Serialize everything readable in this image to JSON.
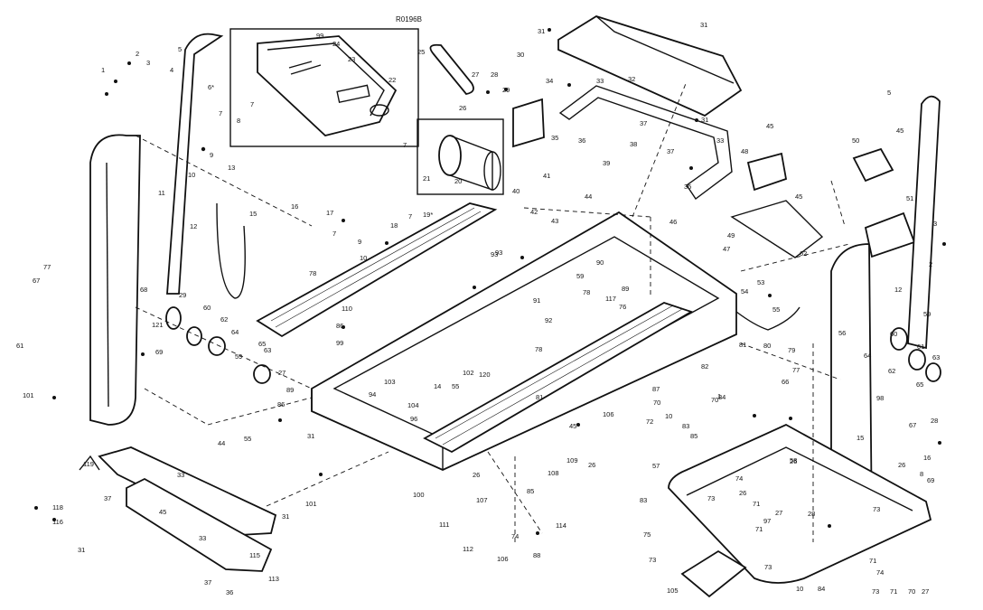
{
  "diagram_code": "R0196B",
  "callouts": [
    {
      "id": "c-1a",
      "text": "1"
    },
    {
      "id": "c-2a",
      "text": "2"
    },
    {
      "id": "c-3a",
      "text": "3"
    },
    {
      "id": "c-4",
      "text": "4"
    },
    {
      "id": "c-5a",
      "text": "5"
    },
    {
      "id": "c-6",
      "text": "6*"
    },
    {
      "id": "c-7a",
      "text": "7"
    },
    {
      "id": "c-7b",
      "text": "7"
    },
    {
      "id": "c-8",
      "text": "8"
    },
    {
      "id": "c-9a",
      "text": "9"
    },
    {
      "id": "c-10a",
      "text": "10"
    },
    {
      "id": "c-11",
      "text": "11"
    },
    {
      "id": "c-12a",
      "text": "12"
    },
    {
      "id": "c-13",
      "text": "13"
    },
    {
      "id": "c-15a",
      "text": "15"
    },
    {
      "id": "c-16a",
      "text": "16"
    },
    {
      "id": "c-17",
      "text": "17"
    },
    {
      "id": "c-18",
      "text": "18"
    },
    {
      "id": "c-19",
      "text": "19*"
    },
    {
      "id": "c-7c",
      "text": "7"
    },
    {
      "id": "c-7d",
      "text": "7"
    },
    {
      "id": "c-7e",
      "text": "7"
    },
    {
      "id": "c-9b",
      "text": "9"
    },
    {
      "id": "c-10b",
      "text": "10"
    },
    {
      "id": "c-99a",
      "text": "99"
    },
    {
      "id": "c-24",
      "text": "24"
    },
    {
      "id": "c-23",
      "text": "23"
    },
    {
      "id": "c-22",
      "text": "22"
    },
    {
      "id": "c-25",
      "text": "25"
    },
    {
      "id": "c-27a",
      "text": "27"
    },
    {
      "id": "c-28",
      "text": "28"
    },
    {
      "id": "c-30",
      "text": "30"
    },
    {
      "id": "c-29",
      "text": "29"
    },
    {
      "id": "c-26a",
      "text": "26"
    },
    {
      "id": "c-34",
      "text": "34"
    },
    {
      "id": "c-35a",
      "text": "35"
    },
    {
      "id": "c-21",
      "text": "21"
    },
    {
      "id": "c-20",
      "text": "20"
    },
    {
      "id": "c-40",
      "text": "40"
    },
    {
      "id": "c-31a",
      "text": "31"
    },
    {
      "id": "c-31b",
      "text": "31"
    },
    {
      "id": "c-32",
      "text": "32"
    },
    {
      "id": "c-33a",
      "text": "33"
    },
    {
      "id": "c-36a",
      "text": "36"
    },
    {
      "id": "c-37a",
      "text": "37"
    },
    {
      "id": "c-38",
      "text": "38"
    },
    {
      "id": "c-31c",
      "text": "31"
    },
    {
      "id": "c-33b",
      "text": "33"
    },
    {
      "id": "c-37b",
      "text": "37"
    },
    {
      "id": "c-39",
      "text": "39"
    },
    {
      "id": "c-35b",
      "text": "35"
    },
    {
      "id": "c-5b",
      "text": "5"
    },
    {
      "id": "c-45a",
      "text": "45"
    },
    {
      "id": "c-48",
      "text": "48"
    },
    {
      "id": "c-50",
      "text": "50"
    },
    {
      "id": "c-45b",
      "text": "45"
    },
    {
      "id": "c-41",
      "text": "41"
    },
    {
      "id": "c-44a",
      "text": "44"
    },
    {
      "id": "c-42",
      "text": "42"
    },
    {
      "id": "c-43",
      "text": "43"
    },
    {
      "id": "c-46",
      "text": "46"
    },
    {
      "id": "c-45c",
      "text": "45"
    },
    {
      "id": "c-49",
      "text": "49"
    },
    {
      "id": "c-62a",
      "text": "62"
    },
    {
      "id": "c-51",
      "text": "51"
    },
    {
      "id": "c-3b",
      "text": "3"
    },
    {
      "id": "c-2b",
      "text": "2"
    },
    {
      "id": "c-47",
      "text": "47"
    },
    {
      "id": "c-53",
      "text": "53"
    },
    {
      "id": "c-54",
      "text": "54"
    },
    {
      "id": "c-55a",
      "text": "55"
    },
    {
      "id": "c-93a",
      "text": "93"
    },
    {
      "id": "c-59a",
      "text": "59"
    },
    {
      "id": "c-90",
      "text": "90"
    },
    {
      "id": "c-78a",
      "text": "78"
    },
    {
      "id": "c-117",
      "text": "117"
    },
    {
      "id": "c-89a",
      "text": "89"
    },
    {
      "id": "c-76",
      "text": "76"
    },
    {
      "id": "c-91",
      "text": "91"
    },
    {
      "id": "c-80a",
      "text": "80"
    },
    {
      "id": "c-79",
      "text": "79"
    },
    {
      "id": "c-81a",
      "text": "81"
    },
    {
      "id": "c-92",
      "text": "92"
    },
    {
      "id": "c-82",
      "text": "82"
    },
    {
      "id": "c-78b",
      "text": "78"
    },
    {
      "id": "c-78c",
      "text": "78"
    },
    {
      "id": "c-93b",
      "text": "93"
    },
    {
      "id": "c-110",
      "text": "110"
    },
    {
      "id": "c-86a",
      "text": "86"
    },
    {
      "id": "c-99b",
      "text": "99"
    },
    {
      "id": "c-77a",
      "text": "77"
    },
    {
      "id": "c-67a",
      "text": "67"
    },
    {
      "id": "c-68",
      "text": "68"
    },
    {
      "id": "c-29b",
      "text": "29"
    },
    {
      "id": "c-121",
      "text": "121"
    },
    {
      "id": "c-69a",
      "text": "69"
    },
    {
      "id": "c-61a",
      "text": "61"
    },
    {
      "id": "c-60a",
      "text": "60"
    },
    {
      "id": "c-62b",
      "text": "62"
    },
    {
      "id": "c-63a",
      "text": "63"
    },
    {
      "id": "c-64a",
      "text": "64"
    },
    {
      "id": "c-65a",
      "text": "65"
    },
    {
      "id": "c-59b",
      "text": "59"
    },
    {
      "id": "c-27b",
      "text": "27"
    },
    {
      "id": "c-101a",
      "text": "101"
    },
    {
      "id": "c-89b",
      "text": "89"
    },
    {
      "id": "c-103",
      "text": "103"
    },
    {
      "id": "c-94",
      "text": "94"
    },
    {
      "id": "c-86b",
      "text": "86"
    },
    {
      "id": "c-104",
      "text": "104"
    },
    {
      "id": "c-96",
      "text": "96"
    },
    {
      "id": "c-14",
      "text": "14"
    },
    {
      "id": "c-55b",
      "text": "55"
    },
    {
      "id": "c-102",
      "text": "102"
    },
    {
      "id": "c-120",
      "text": "120"
    },
    {
      "id": "c-81b",
      "text": "81"
    },
    {
      "id": "c-87",
      "text": "87"
    },
    {
      "id": "c-70a",
      "text": "70"
    },
    {
      "id": "c-106a",
      "text": "106"
    },
    {
      "id": "c-45d",
      "text": "45"
    },
    {
      "id": "c-10c",
      "text": "10"
    },
    {
      "id": "c-70b",
      "text": "70"
    },
    {
      "id": "c-84a",
      "text": "84"
    },
    {
      "id": "c-72",
      "text": "72"
    },
    {
      "id": "c-83a",
      "text": "83"
    },
    {
      "id": "c-85a",
      "text": "85"
    },
    {
      "id": "c-57",
      "text": "57"
    },
    {
      "id": "c-44b",
      "text": "44"
    },
    {
      "id": "c-55c",
      "text": "55"
    },
    {
      "id": "c-31d",
      "text": "31"
    },
    {
      "id": "c-119",
      "text": "119"
    },
    {
      "id": "c-33c",
      "text": "33"
    },
    {
      "id": "c-37c",
      "text": "37"
    },
    {
      "id": "c-45e",
      "text": "45"
    },
    {
      "id": "c-118",
      "text": "118"
    },
    {
      "id": "c-116",
      "text": "116"
    },
    {
      "id": "c-31e",
      "text": "31"
    },
    {
      "id": "c-31f",
      "text": "31"
    },
    {
      "id": "c-33d",
      "text": "33"
    },
    {
      "id": "c-115",
      "text": "115"
    },
    {
      "id": "c-37d",
      "text": "37"
    },
    {
      "id": "c-36b",
      "text": "36"
    },
    {
      "id": "c-113",
      "text": "113"
    },
    {
      "id": "c-101b",
      "text": "101"
    },
    {
      "id": "c-100",
      "text": "100"
    },
    {
      "id": "c-26b",
      "text": "26"
    },
    {
      "id": "c-107",
      "text": "107"
    },
    {
      "id": "c-109",
      "text": "109"
    },
    {
      "id": "c-108",
      "text": "108"
    },
    {
      "id": "c-26c",
      "text": "26"
    },
    {
      "id": "c-85b",
      "text": "85"
    },
    {
      "id": "c-111",
      "text": "111"
    },
    {
      "id": "c-114",
      "text": "114"
    },
    {
      "id": "c-74a",
      "text": "74"
    },
    {
      "id": "c-112",
      "text": "112"
    },
    {
      "id": "c-106b",
      "text": "106"
    },
    {
      "id": "c-88",
      "text": "88"
    },
    {
      "id": "c-105",
      "text": "105"
    },
    {
      "id": "c-73a",
      "text": "73"
    },
    {
      "id": "c-75",
      "text": "75"
    },
    {
      "id": "c-73b",
      "text": "73"
    },
    {
      "id": "c-84b",
      "text": "84"
    },
    {
      "id": "c-83b",
      "text": "83"
    },
    {
      "id": "c-73c",
      "text": "73"
    },
    {
      "id": "c-74b",
      "text": "74"
    },
    {
      "id": "c-71a",
      "text": "71"
    },
    {
      "id": "c-26d",
      "text": "26"
    },
    {
      "id": "c-97",
      "text": "97"
    },
    {
      "id": "c-71b",
      "text": "71"
    },
    {
      "id": "c-27c",
      "text": "27"
    },
    {
      "id": "c-28b",
      "text": "28"
    },
    {
      "id": "c-26e",
      "text": "26"
    },
    {
      "id": "c-58",
      "text": "58"
    },
    {
      "id": "c-56",
      "text": "56"
    },
    {
      "id": "c-12b",
      "text": "12"
    },
    {
      "id": "c-59c",
      "text": "59"
    },
    {
      "id": "c-60b",
      "text": "60"
    },
    {
      "id": "c-61b",
      "text": "61"
    },
    {
      "id": "c-63b",
      "text": "63"
    },
    {
      "id": "c-64b",
      "text": "64"
    },
    {
      "id": "c-62c",
      "text": "62"
    },
    {
      "id": "c-65b",
      "text": "65"
    },
    {
      "id": "c-98",
      "text": "98"
    },
    {
      "id": "c-77b",
      "text": "77"
    },
    {
      "id": "c-66",
      "text": "66"
    },
    {
      "id": "c-67b",
      "text": "67"
    },
    {
      "id": "c-28c",
      "text": "28"
    },
    {
      "id": "c-15b",
      "text": "15"
    },
    {
      "id": "c-16b",
      "text": "16"
    },
    {
      "id": "c-8b",
      "text": "8"
    },
    {
      "id": "c-26f",
      "text": "26"
    },
    {
      "id": "c-69b",
      "text": "69"
    },
    {
      "id": "c-73d",
      "text": "73"
    },
    {
      "id": "c-71c",
      "text": "71"
    },
    {
      "id": "c-74c",
      "text": "74"
    },
    {
      "id": "c-71d",
      "text": "71"
    },
    {
      "id": "c-70c",
      "text": "70"
    },
    {
      "id": "c-27d",
      "text": "27"
    },
    {
      "id": "c-73e",
      "text": "73"
    },
    {
      "id": "c-10d",
      "text": "10"
    },
    {
      "id": "c-1b",
      "text": "1"
    }
  ]
}
